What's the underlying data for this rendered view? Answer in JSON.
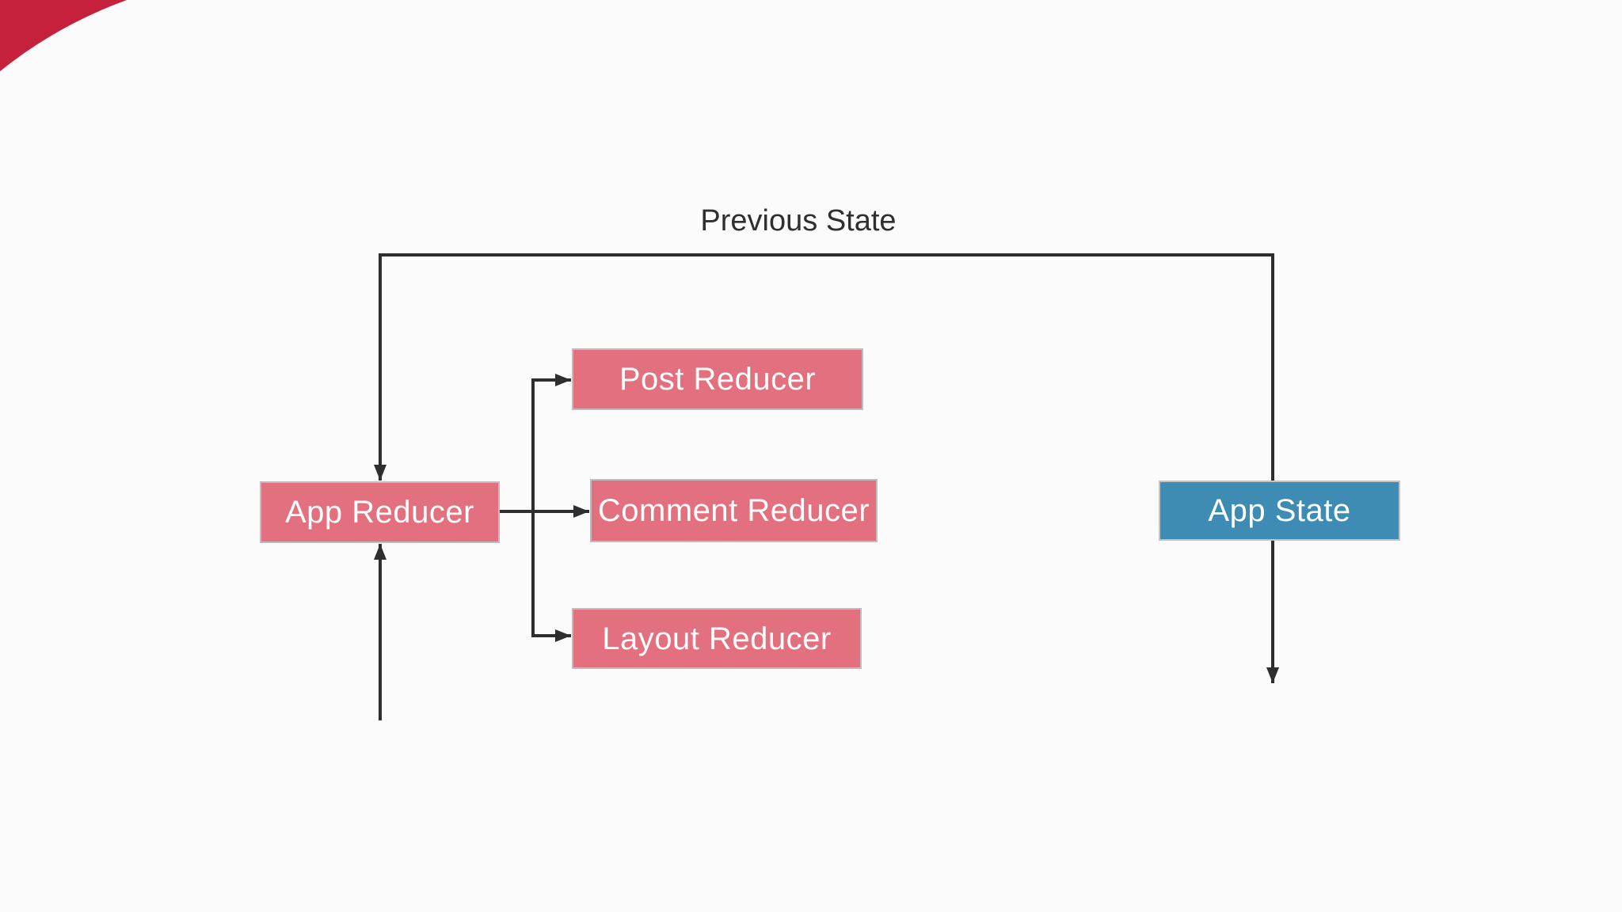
{
  "colors": {
    "canvas-bg": "#fbfbfc",
    "line": "#2e2e30",
    "reducer-fill": "#e2707e",
    "reducer-border": "#c2bcbf",
    "state-fill": "#3e8cb4",
    "state-border": "#c4c4c4",
    "node-text": "#fdfdfd",
    "label-text": "#2f2f31",
    "corner-accent": "#c5203c"
  },
  "diagram": {
    "feedback_label": "Previous State",
    "nodes": {
      "app_reducer": {
        "label": "App Reducer"
      },
      "post_reducer": {
        "label": "Post Reducer"
      },
      "comment_reducer": {
        "label": "Comment Reducer"
      },
      "layout_reducer": {
        "label": "Layout Reducer"
      },
      "app_state": {
        "label": "App State"
      }
    }
  }
}
